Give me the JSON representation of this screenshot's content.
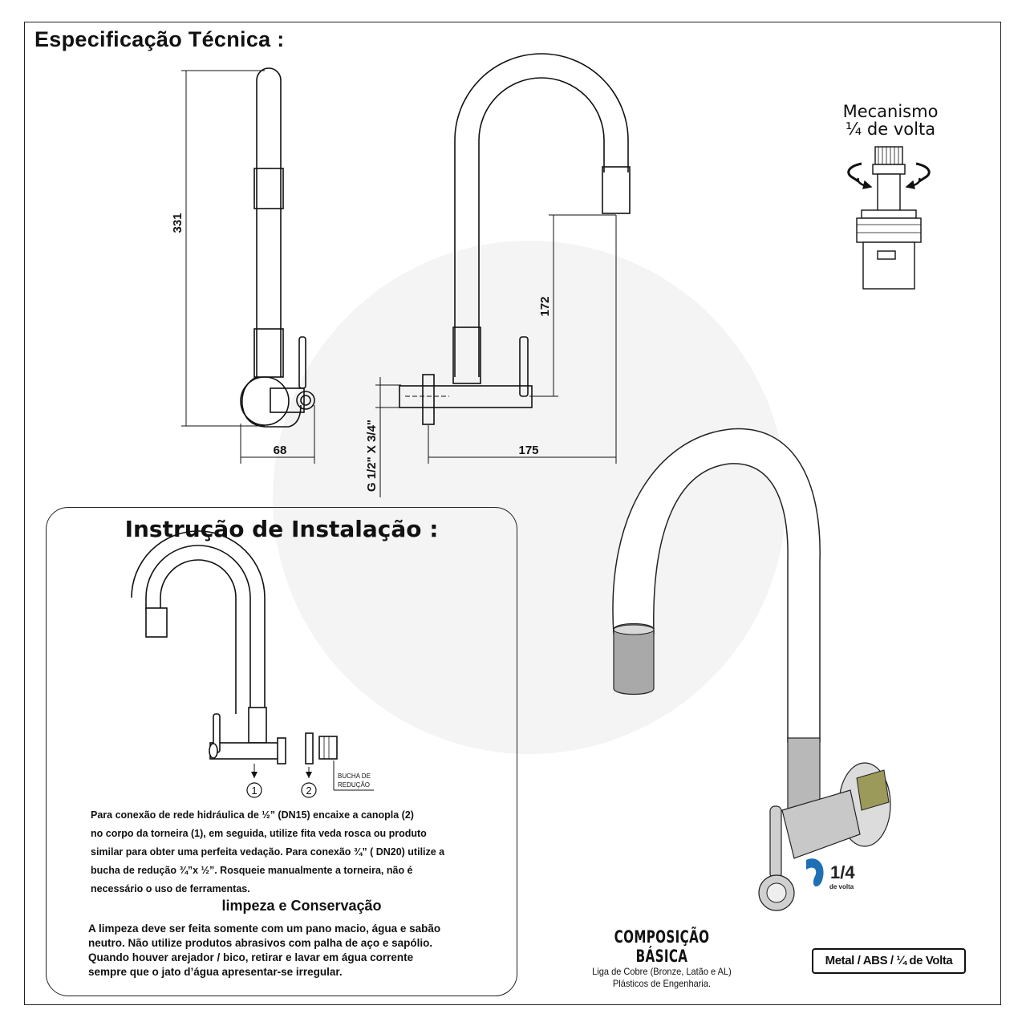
{
  "header": {
    "title": "Especificação Técnica :"
  },
  "dimensions": {
    "height_total": "331",
    "base_width": "68",
    "spout_height": "172",
    "spout_reach": "175",
    "thread": "G 1/2\" X 3/4\""
  },
  "mechanism": {
    "line1": "Mecanismo",
    "line2": "¼ de volta"
  },
  "installation": {
    "title": "Instrução de Instalação :",
    "callout_1": "1",
    "callout_2": "2",
    "bushing_label_1": "BUCHA DE",
    "bushing_label_2": "REDUÇÃO",
    "text": [
      "Para conexão de rede hidráulica de ½” (DN15) encaixe a canopla (2)",
      "no corpo da torneira (1), em seguida, utilize fita veda rosca ou produto",
      "similar para obter uma perfeita vedação. Para conexão ¾” ( DN20) utilize a",
      "bucha de redução ¾”x ½”.  Rosqueie manualmente a torneira, não é",
      "necessário o uso de ferramentas."
    ],
    "cleaning_title": "limpeza e Conservação",
    "cleaning_text": [
      "A limpeza deve ser feita somente com um pano macio, água e sabão",
      "neutro. Não utilize produtos  abrasivos com palha de aço e sapólio.",
      "Quando houver arejador / bico, retirar e lavar em água corrente",
      "sempre que o jato d’água apresentar-se irregular."
    ]
  },
  "product_badge": {
    "fraction": "1/4",
    "caption": "de volta"
  },
  "composition": {
    "title": "COMPOSIÇÃO BÁSICA",
    "line1": "Liga de Cobre (Bronze, Latão e AL)",
    "line2": "Plásticos de Engenharia."
  },
  "material_label": "Metal / ABS / ¼ de Volta",
  "colors": {
    "line": "#111111",
    "frame": "#222222",
    "metal": "#b8b8b8",
    "badge_blue": "#1f6fb5"
  }
}
